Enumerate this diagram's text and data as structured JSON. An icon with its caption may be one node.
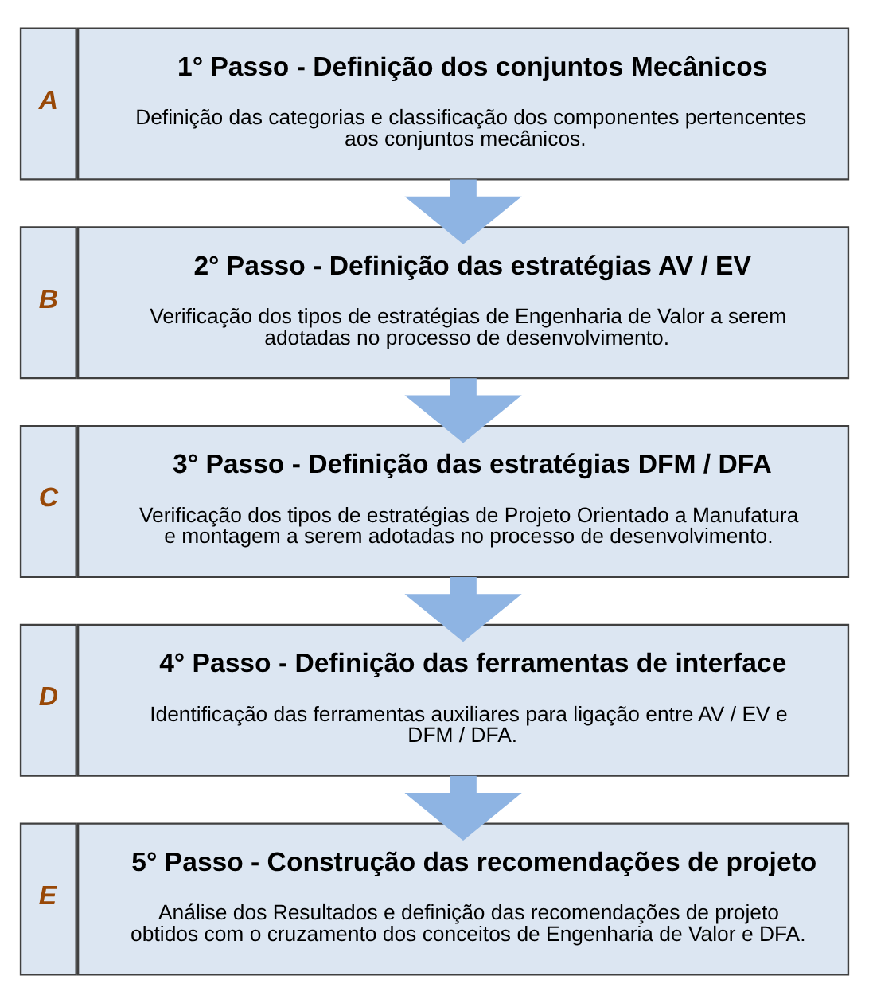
{
  "diagram": {
    "nodes": [
      {
        "text": [
          "A"
        ]
      },
      {
        "text": [
          "1° Passo - Definição dos conjuntos Mecânicos",
          "Definição das categorias e classificação dos componentes pertencentes aos conjuntos mecânicos."
        ]
      },
      {
        "text": [
          "B"
        ]
      },
      {
        "text": [
          "2° Passo - Definição das estratégias AV / EV",
          "Verificação dos tipos de estratégias de Engenharia de Valor a serem adotadas no processo de desenvolvimento."
        ]
      },
      {
        "text": [
          "C"
        ]
      },
      {
        "text": [
          "3° Passo - Definição das estratégias DFM / DFA",
          "Verificação dos tipos de estratégias de Projeto Orientado a Manufatura e montagem a serem adotadas no processo de desenvolvimento."
        ]
      },
      {
        "text": [
          "D"
        ]
      },
      {
        "text": [
          "4° Passo - Definição das ferramentas de interface",
          "Identificação das ferramentas auxiliares para ligação entre AV / EV e DFM / DFA."
        ]
      },
      {
        "text": [
          "E"
        ]
      },
      {
        "text": [
          "5° Passo - Construção das recomendações de projeto",
          "Análise dos Resultados e definição das recomendações de projeto obtidos com o cruzamento dos conceitos de Engenharia de Valor e DFA."
        ]
      }
    ],
    "edges": [
      {
        "from": 1,
        "to": 3,
        "arrow": "to"
      },
      {
        "from": 3,
        "to": 5,
        "arrow": "to"
      },
      {
        "from": 5,
        "to": 7,
        "arrow": "to"
      },
      {
        "from": 7,
        "to": 9,
        "arrow": "to"
      }
    ]
  }
}
